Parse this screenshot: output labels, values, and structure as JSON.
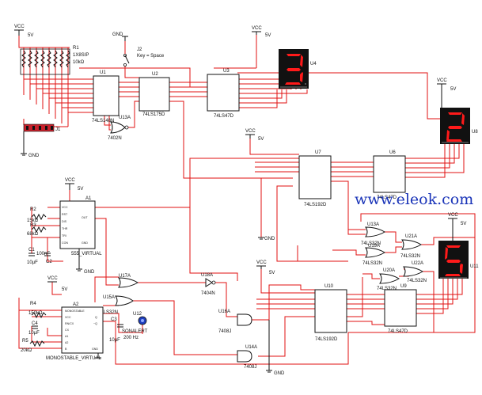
{
  "labels": {
    "vcc": "VCC",
    "v5": "5V",
    "gnd": "GND",
    "r1": "R1",
    "r1_type": "1X8SIP",
    "r1_val": "10kΩ",
    "j1": "J1",
    "j2": "J2",
    "j2_key": "Key = Space",
    "u1": "U1",
    "u1_part": "74LS148N",
    "u2": "U2",
    "u2_part": "74LS175D",
    "u3": "U3",
    "u3_part": "74LS47D",
    "u3a": "U13A",
    "u3a_part": "7402N",
    "u4": "U4",
    "u8": "U8",
    "u7": "U7",
    "u7_part": "74LS192D",
    "u6": "U6",
    "u6_part": "74LS47D",
    "a1": "A1",
    "a1_part": "555_VIRTUAL",
    "r2": "R2",
    "r2_val": "15kΩ",
    "r3": "R3",
    "r3_val": "68kΩ",
    "c1": "C1",
    "c1_val": "10µF",
    "c2": "C2",
    "c2_val": "100nF",
    "u13a": "U13A",
    "u13a_part": "74LS32N",
    "u21a": "U21A",
    "u21a_part": "74LS32N",
    "u19a": "U19A",
    "u19a_part": "74LS32N",
    "u20a": "U20A",
    "u20a_part": "74LS32N",
    "u22a": "U22A",
    "u22a_part": "74LS32N",
    "u11": "U11",
    "u17a": "U17A",
    "u15a": "U15A",
    "u15a_part": "74LS32N",
    "u18a": "U18A",
    "u18a_part": "7404N",
    "u12": "U12",
    "u12_part": "SONALERT",
    "u12_freq": "200 Hz",
    "u16a": "U16A",
    "u16a_part": "7408J",
    "u14a": "U14A",
    "u14a_part": "7408J",
    "u10": "U10",
    "u10_part": "74LS192D",
    "u9": "U9",
    "u9_part": "74LS47D",
    "a2": "A2",
    "a2_part": "MONOSTABLE_VIRTUAL",
    "r4": "R4",
    "r4_val": "150kΩ",
    "c4": "C4",
    "c4_val": "10µF",
    "r5": "R5",
    "r5_val": "20kΩ",
    "c3": "C3",
    "c3_val": "10µF",
    "a1_pins": [
      "VCC",
      "RST",
      "DIS",
      "THR",
      "TRI",
      "CON",
      "GND",
      "OUT"
    ],
    "a2_pins": [
      "MONOSTABLE",
      "VCC",
      "RN/CX",
      "CX",
      "A1",
      "A2",
      "B",
      "Q",
      "~Q",
      "GND"
    ]
  },
  "displays": {
    "u4_digit": "3",
    "u8_digit": "2",
    "u11_digit": "5"
  },
  "watermark": "www.eleok.com",
  "colors": {
    "wire": "#e01010",
    "segment_on": "#ff1a1a",
    "display_body": "#111111",
    "watermark": "#1a34b8",
    "probe": "#1f3fbf"
  }
}
